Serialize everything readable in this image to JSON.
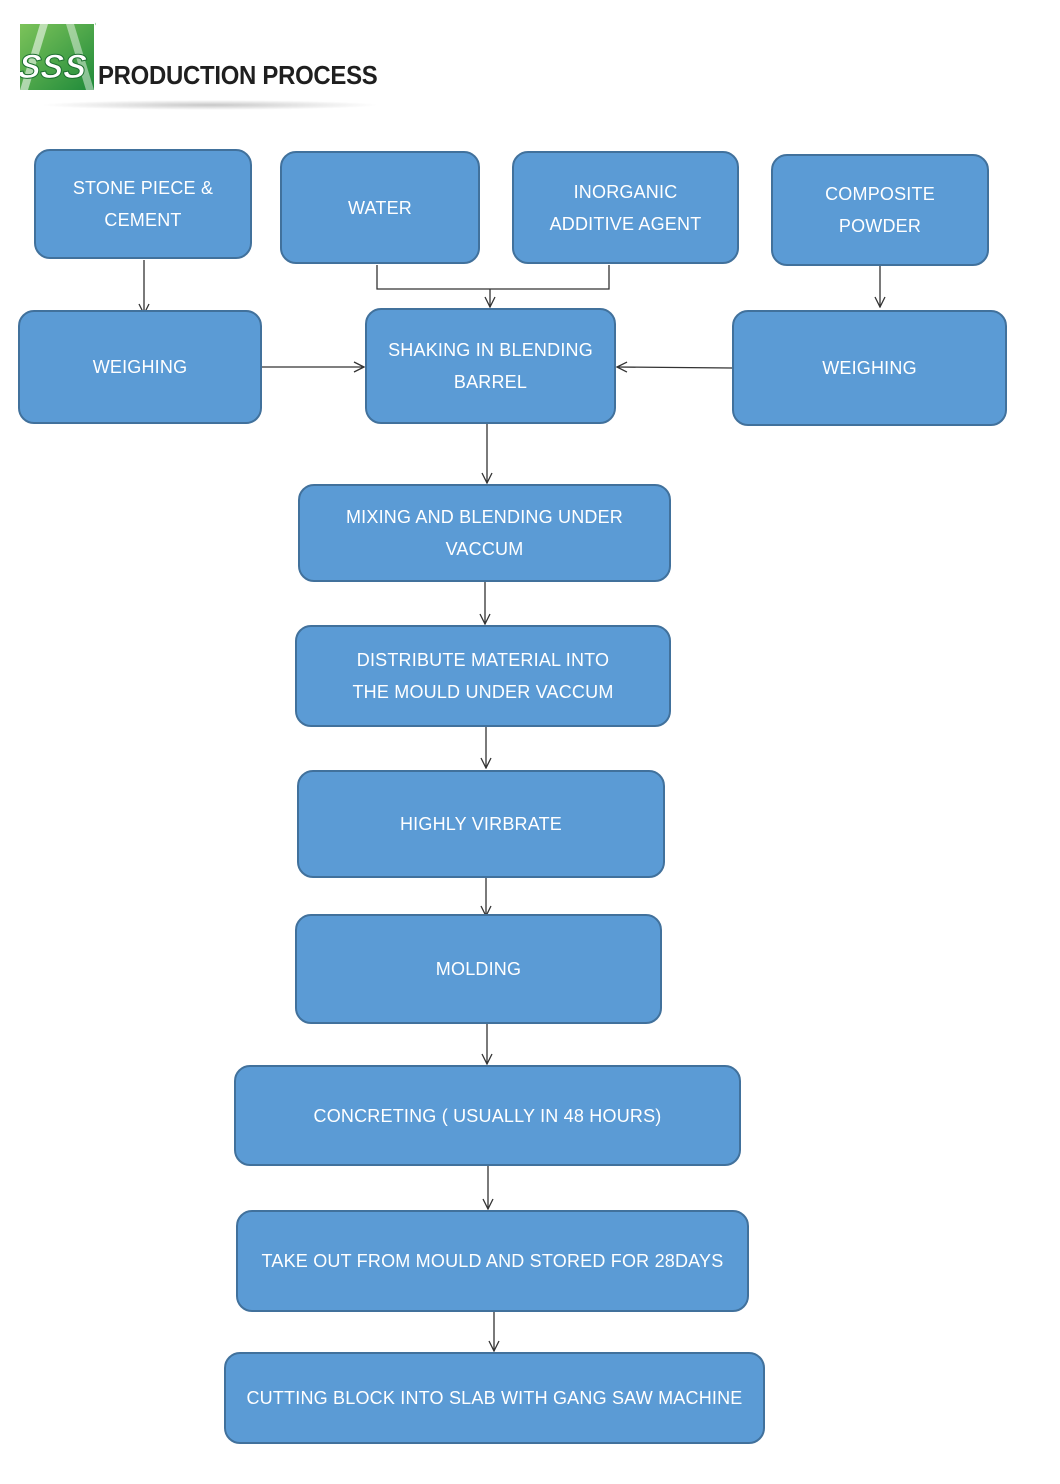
{
  "header": {
    "title": "PRODUCTION PROCESS",
    "logo_text": "SSS"
  },
  "colors": {
    "box_fill": "#5b9bd5",
    "box_border": "#41719c",
    "logo_green": "#3aa84a"
  },
  "nodes": {
    "stone": "STONE PIECE & CEMENT",
    "water": "WATER",
    "inorganic": "INORGANIC ADDITIVE AGENT",
    "composite": "COMPOSITE POWDER",
    "weighing_left": "WEIGHING",
    "shaking": "SHAKING IN BLENDING BARREL",
    "weighing_right": "WEIGHING",
    "mixing": "MIXING AND BLENDING UNDER VACCUM",
    "distribute": "DISTRIBUTE MATERIAL INTO THE MOULD UNDER VACCUM",
    "vibrate": "HIGHLY VIRBRATE",
    "molding": "MOLDING",
    "concreting": "CONCRETING ( USUALLY IN 48 HOURS)",
    "takeout": "TAKE OUT FROM MOULD AND STORED FOR 28DAYS",
    "cutting": "CUTTING BLOCK INTO SLAB WITH GANG SAW MACHINE"
  }
}
